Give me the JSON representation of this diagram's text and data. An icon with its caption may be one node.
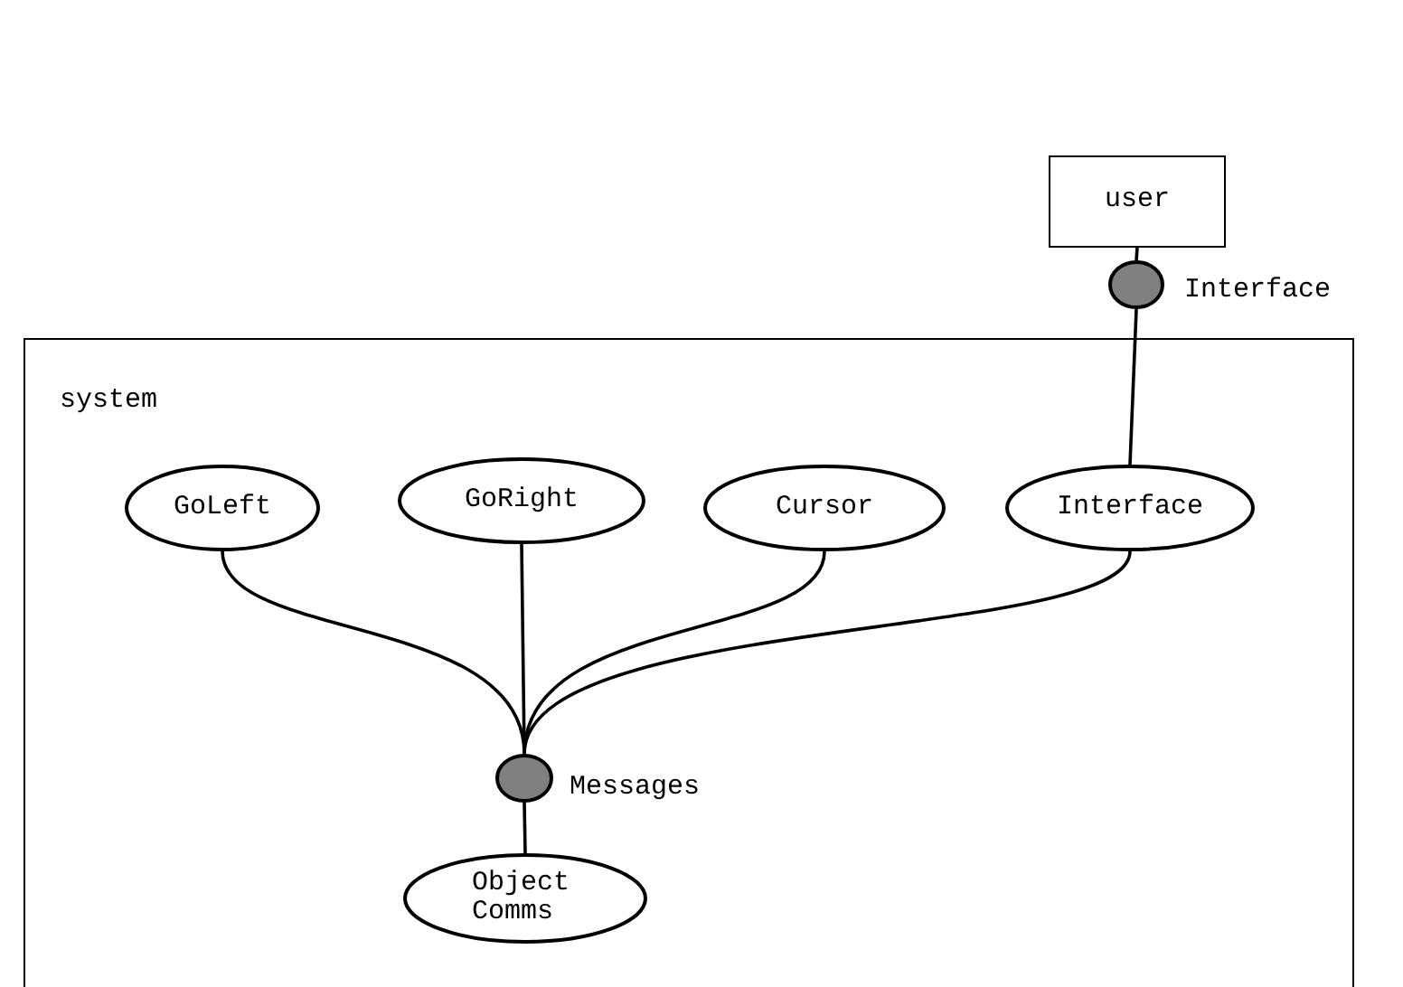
{
  "diagram": {
    "nodes": [
      {
        "text": [
          "user"
        ]
      },
      {
        "text": [],
        "shape": "circle",
        "beside": [
          "Interface"
        ]
      },
      {
        "text": [
          "system"
        ]
      },
      {
        "text": [
          "GoLeft"
        ],
        "in": 2
      },
      {
        "text": [
          "GoRight"
        ],
        "in": 2
      },
      {
        "text": [
          "Cursor"
        ],
        "in": 2
      },
      {
        "text": [
          "Interface"
        ],
        "in": 2
      },
      {
        "text": [],
        "shape": "circle",
        "in": 2,
        "beside": [
          "Messages"
        ]
      },
      {
        "text": [
          "Object Comms"
        ],
        "in": 2
      }
    ],
    "edges": [
      {
        "from": 0,
        "to": 1,
        "arrow": "none"
      },
      {
        "from": 1,
        "to": 6,
        "arrow": "none"
      },
      {
        "from": 3,
        "to": 7,
        "arrow": "none"
      },
      {
        "from": 4,
        "to": 7,
        "arrow": "none"
      },
      {
        "from": 5,
        "to": 7,
        "arrow": "none"
      },
      {
        "from": 6,
        "to": 7,
        "arrow": "none"
      },
      {
        "from": 7,
        "to": 8,
        "arrow": "none"
      }
    ]
  }
}
